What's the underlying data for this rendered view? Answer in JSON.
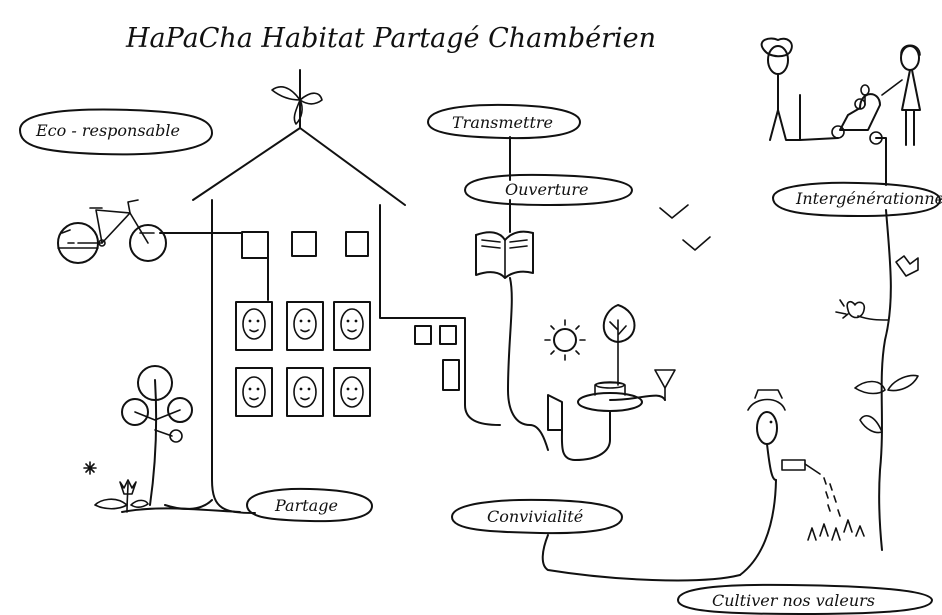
{
  "title": "HaPaCha   Habitat Partagé Chambérien",
  "labels": {
    "eco": "Eco - responsable",
    "transmettre": "Transmettre",
    "ouverture": "Ouverture",
    "intergenerationnel": "Intergénérationnel",
    "partage": "Partage",
    "convivialite": "Convivialité",
    "cultiver": "Cultiver nos valeurs"
  },
  "colors": {
    "ink": "#111111",
    "paper": "#ffffff"
  }
}
